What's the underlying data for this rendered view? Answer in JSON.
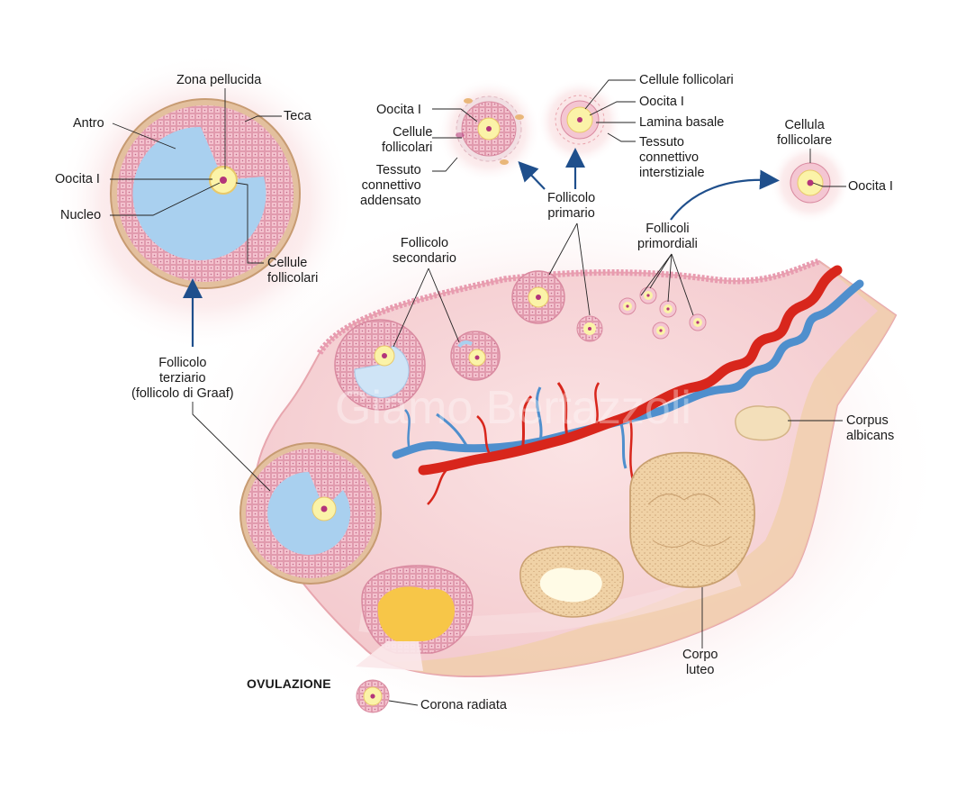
{
  "labels": {
    "zona_pellucida": "Zona pellucida",
    "antro": "Antro",
    "teca": "Teca",
    "oocita_graaf": "Oocita I",
    "nucleo": "Nucleo",
    "cellule_follicolari_graaf": "Cellule\nfollicolari",
    "follicolo_terziario": "Follicolo\nterziario\n(follicolo di Graaf)",
    "oocita_primario_a": "Oocita I",
    "cellule_follicolari_a": "Cellule\nfollicolari",
    "tessuto_addensato": "Tessuto\nconnettivo\naddensato",
    "cellule_follicolari_b": "Cellule follicolari",
    "oocita_primario_b": "Oocita I",
    "lamina_basale": "Lamina basale",
    "tessuto_interstiziale": "Tessuto\nconnettivo\ninterstiziale",
    "follicolo_primario": "Follicolo\nprimario",
    "cellula_follicolare": "Cellula\nfollicolare",
    "oocita_primordiale": "Oocita I",
    "follicoli_primordiali": "Follicoli\nprimordiali",
    "follicolo_secondario": "Follicolo\nsecondario",
    "corpus_albicans": "Corpus\nalbicans",
    "corpo_luteo": "Corpo\nluteo",
    "ovulazione": "OVULAZIONE",
    "corona_radiata": "Corona radiata"
  },
  "watermark": "Giamo Bertazzoli",
  "colors": {
    "tissue": "#f6d3d6",
    "tissue_edge": "#e9a9b2",
    "follicle_cells": "#f4c6d2",
    "antrum": "#a9d0ef",
    "oocyte": "#fbf3a8",
    "nucleus": "#b3357a",
    "artery": "#d8261c",
    "vein": "#4f8fcd",
    "theca": "#e3c09e",
    "corpus_luteum": "#f2d6ac",
    "arrow": "#1f4f8c",
    "ovulation_flow": "#f7c648"
  }
}
